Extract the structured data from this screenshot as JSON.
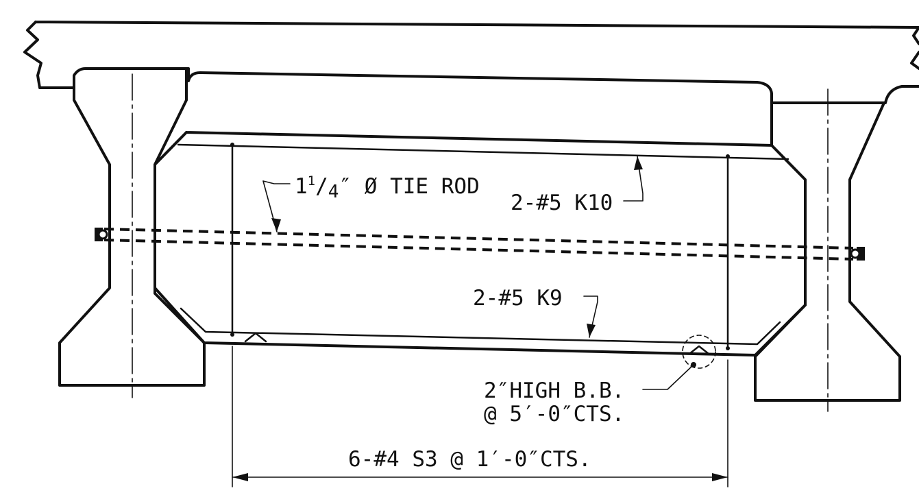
{
  "labels": {
    "tie_rod_prefix": "1",
    "tie_rod_sup": "1",
    "tie_rod_slash": "/",
    "tie_rod_sub": "4",
    "tie_rod_rest": "″ Ø TIE ROD",
    "k10": "2-#5 K10",
    "k9": "2-#5 K9",
    "bb_line1": "2″HIGH B.B.",
    "bb_line2": "@ 5′-0″CTS.",
    "s3": "6-#4 S3 @ 1′-0″CTS."
  },
  "colors": {
    "ink": "#111111",
    "background": "#ffffff"
  }
}
